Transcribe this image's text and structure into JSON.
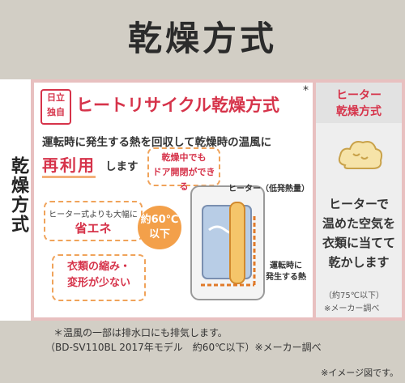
{
  "title": "乾燥方式",
  "side_label": "乾燥方式",
  "badge": {
    "line1": "日立",
    "line2": "独自"
  },
  "headline": "ヒートリサイクル乾燥方式",
  "headline_star": "*",
  "description": {
    "line1": "運転時に発生する熱を回収して乾燥時の温風に",
    "emphasis": "再利用",
    "line2": "します"
  },
  "bubble_door": {
    "line1": "乾燥中でも",
    "line2": "ドア開閉ができる"
  },
  "bubble_energy": {
    "top": "ヒーター式よりも大幅に",
    "bottom": "省エネ"
  },
  "bubble_shrink": {
    "line1": "衣類の縮み・",
    "line2": "変形が少ない"
  },
  "circle_temp": {
    "line1": "約60℃",
    "line2": "以下"
  },
  "heater_label": "ヒーター（低発熱量）",
  "heat_label": {
    "line1": "運転時に",
    "line2": "発生する熱"
  },
  "right": {
    "head_line1": "ヒーター",
    "head_line2": "乾燥方式",
    "body": [
      "ヒーターで",
      "温めた空気を",
      "衣類に当てて",
      "乾かします"
    ],
    "note1": "（約75℃以下）",
    "note2": "※メーカー調べ"
  },
  "footnote1": "＊温風の一部は排水口にも排気します。",
  "footnote2": "（BD-SV110BL 2017年モデル　約60℃以下）※メーカー調べ",
  "footnote3": "※イメージ図です。",
  "colors": {
    "accent": "#d6334a",
    "orange": "#f3a04a",
    "panel_pink": "#e8c0c0"
  }
}
